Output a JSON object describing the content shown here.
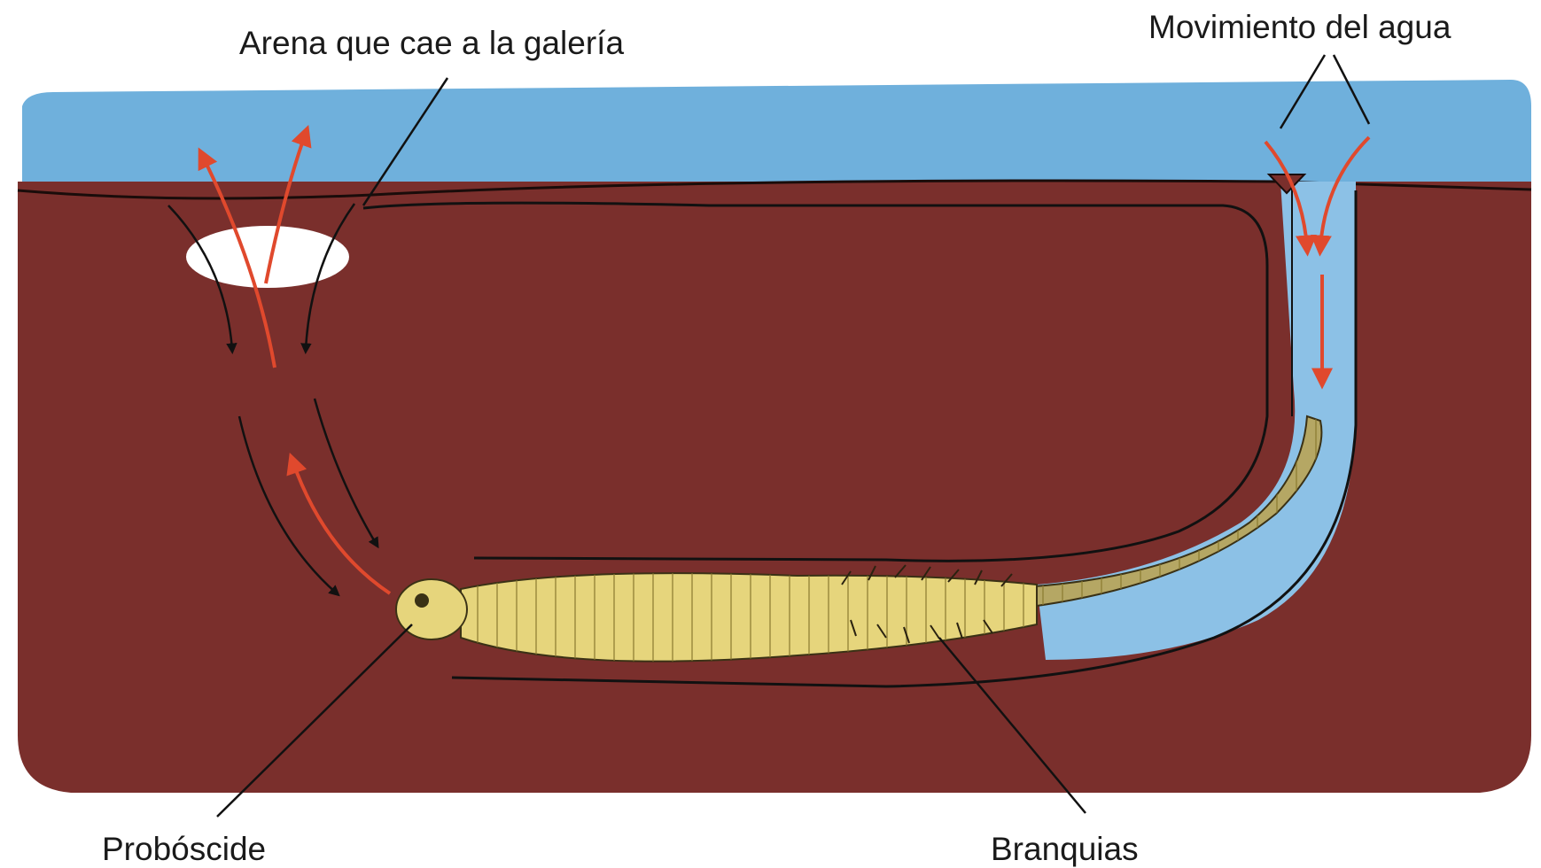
{
  "labels": {
    "arena": "Arena que cae a la galería",
    "agua": "Movimiento del agua",
    "proboscide": "Probóscide",
    "branquias": "Branquias"
  },
  "colors": {
    "water": "#6fb0dc",
    "sediment": "#7a2f2c",
    "worm": "#e6d57c",
    "arrow_red": "#e0492d",
    "line_dark": "#111111"
  }
}
